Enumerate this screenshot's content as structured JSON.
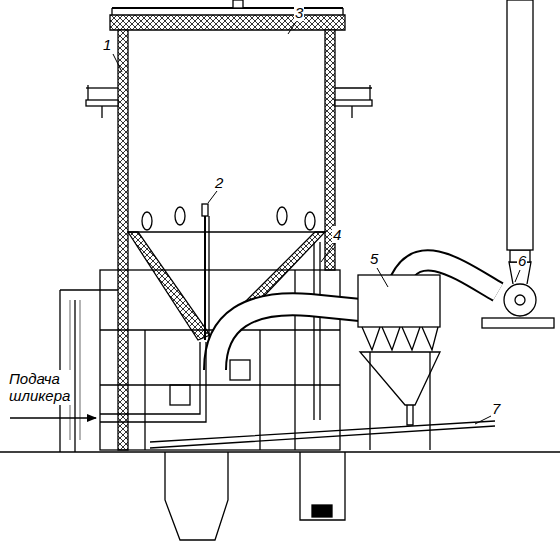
{
  "diagram": {
    "labels": [
      "1",
      "2",
      "3",
      "4",
      "5",
      "6",
      "7",
      "Подача шликера"
    ]
  }
}
